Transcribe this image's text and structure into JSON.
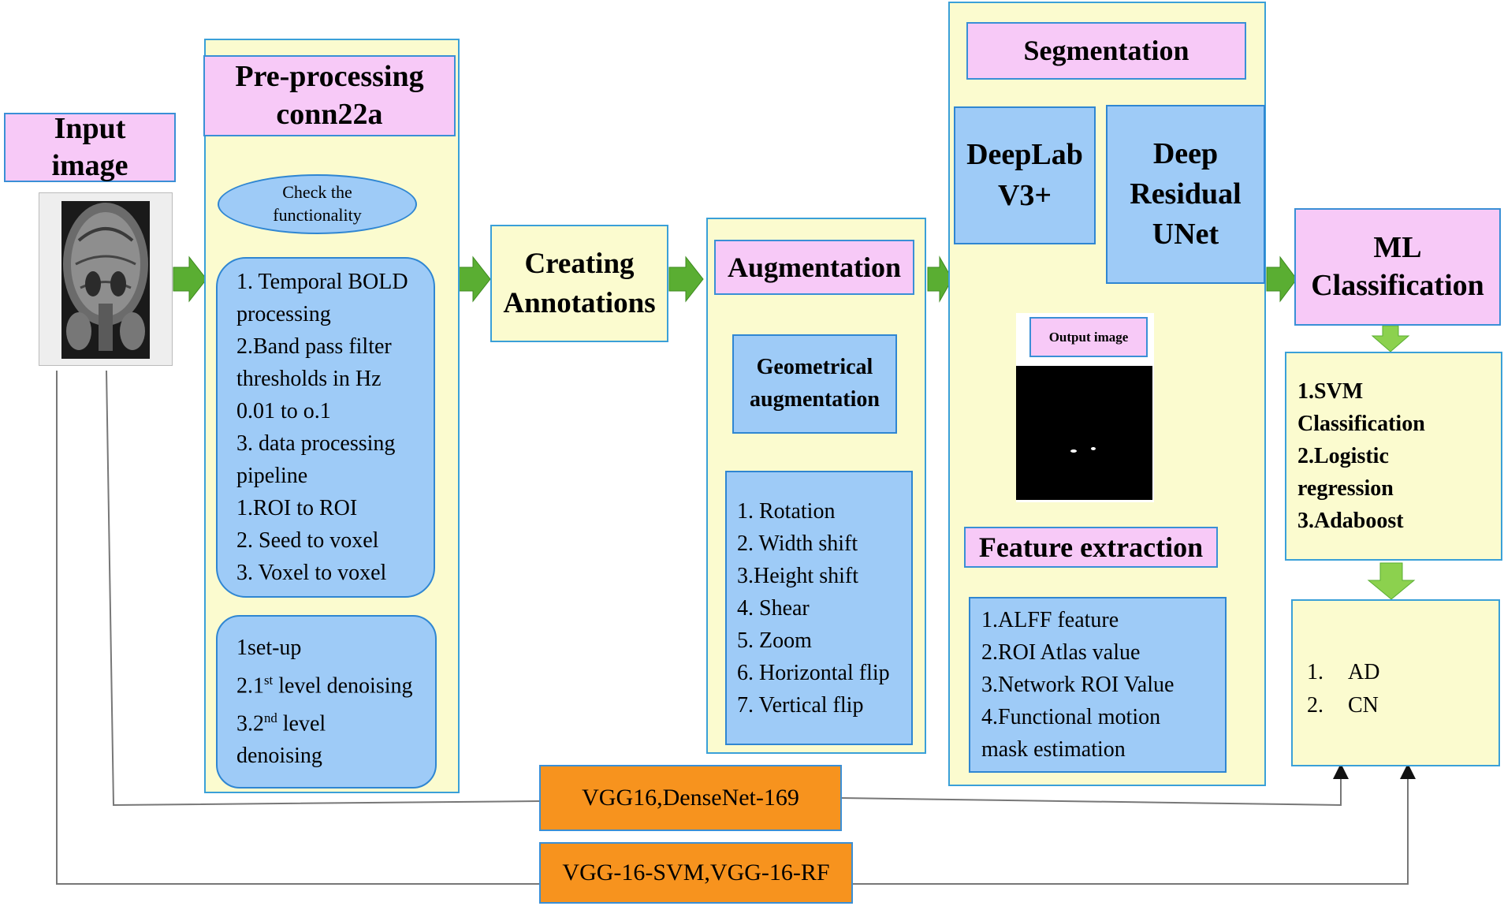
{
  "input": {
    "title_line1": "Input",
    "title_line2": "image"
  },
  "preprocessing": {
    "title_line1": "Pre-processing",
    "title_line2": "conn22a",
    "check_line1": "Check the",
    "check_line2": "functionality",
    "steps": [
      "1. Temporal BOLD",
      "processing",
      "2.Band pass filter",
      "thresholds in Hz",
      "0.01 to o.1",
      "3. data processing",
      "pipeline",
      "1.ROI to ROI",
      "2. Seed to voxel",
      "3. Voxel to voxel"
    ],
    "setup": {
      "line1": "1set-up",
      "line2_prefix": "2.1",
      "line2_sup": "st",
      "line2_suffix": " level denoising",
      "line3_prefix": "3.2",
      "line3_sup": "nd",
      "line3_suffix": " level",
      "line4": "denoising"
    }
  },
  "annotations": {
    "line1": "Creating",
    "line2": "Annotations"
  },
  "augmentation": {
    "title": "Augmentation",
    "geo_line1": "Geometrical",
    "geo_line2": "augmentation",
    "items": [
      "1. Rotation",
      "2. Width shift",
      "3.Height shift",
      "4. Shear",
      "5. Zoom",
      "6. Horizontal flip",
      "7. Vertical flip"
    ]
  },
  "segmentation": {
    "title": "Segmentation",
    "deeplab_line1": "DeepLab",
    "deeplab_line2": "V3+",
    "resunet_line1": "Deep",
    "resunet_line2": "Residual",
    "resunet_line3": "UNet",
    "output_label": "Output image",
    "feature_title": "Feature extraction",
    "features": [
      "1.ALFF feature",
      "2.ROI Atlas value",
      "3.Network ROI Value",
      "4.Functional motion",
      "mask estimation"
    ]
  },
  "ml": {
    "title_line1": "ML",
    "title_line2": "Classification",
    "methods": [
      "1.SVM",
      "Classification",
      "2.Logistic",
      "regression",
      "3.Adaboost"
    ],
    "classes": [
      {
        "num": "1.",
        "label": "AD"
      },
      {
        "num": "2.",
        "label": "CN"
      }
    ]
  },
  "baselines": {
    "line1": "VGG16,DenseNet-169",
    "line2": "VGG-16-SVM,VGG-16-RF"
  },
  "colors": {
    "title_pink": "#f7c9f7",
    "panel_yellow": "#fbfbcf",
    "box_blue": "#9ecbf7",
    "baseline_orange": "#f7931e",
    "arrow_green": "#5aae32"
  }
}
